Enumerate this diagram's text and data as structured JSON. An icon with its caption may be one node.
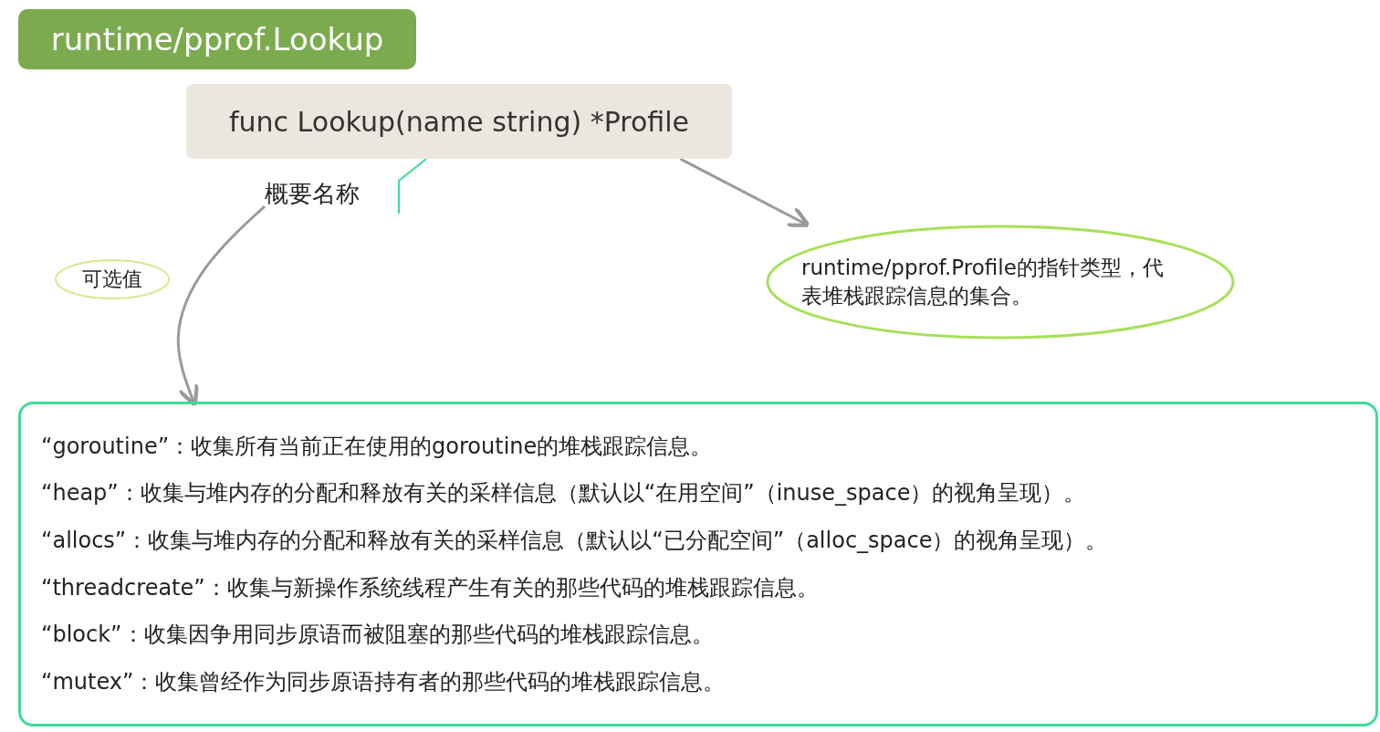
{
  "diagram": {
    "nodes": [
      {
        "text": [
          "runtime/pprof.Lookup"
        ]
      },
      {
        "text": [
          "func Lookup(name string) *Profile"
        ]
      },
      {
        "text": [
          "概要名称"
        ]
      },
      {
        "text": [
          "可选值"
        ]
      },
      {
        "text": [
          "“goroutine”：收集所有当前正在使用的goroutine的堆栈跟踪信息。",
          "“heap”：收集与堆内存的分配和释放有关的采样信息（默认以“在用空间”（inuse_space）的视角呈现）。",
          "“allocs”：收集与堆内存的分配和释放有关的采样信息（默认以“已分配空间”（alloc_space）的视角呈现）。",
          "“threadcreate”：收集与新操作系统线程产生有关的那些代码的堆栈跟踪信息。",
          "“block”：收集因争用同步原语而被阻塞的那些代码的堆栈跟踪信息。",
          "“mutex”：收集曾经作为同步原语持有者的那些代码的堆栈跟踪信息。"
        ]
      },
      {
        "text": [
          "runtime/pprof.Profile的指针类型，代表堆栈跟踪信息的集合。"
        ]
      }
    ],
    "edges": [
      {
        "from": 2,
        "to": 1,
        "arrow": "none",
        "color": "#3ddc97"
      },
      {
        "from": 1,
        "to": 5,
        "arrow": "to"
      },
      {
        "from": 2,
        "to": 4,
        "arrow": "to"
      }
    ]
  }
}
